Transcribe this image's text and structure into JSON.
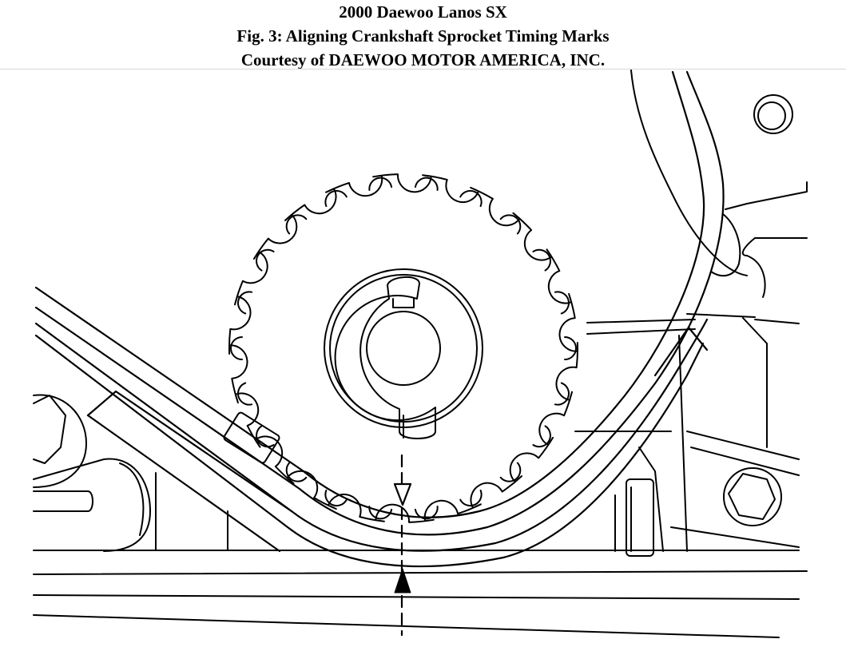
{
  "header": {
    "title": "2000 Daewoo Lanos SX",
    "figure_caption": "Fig. 3: Aligning Crankshaft Sprocket Timing Marks",
    "courtesy": "Courtesy of DAEWOO MOTOR AMERICA, INC."
  },
  "sprocket": {
    "teeth": 22
  }
}
